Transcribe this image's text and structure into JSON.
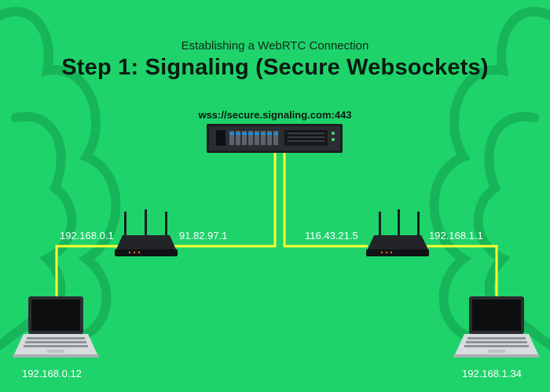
{
  "header": {
    "subtitle": "Establishing a WebRTC Connection",
    "title": "Step 1: Signaling (Secure Websockets)"
  },
  "server": {
    "url": "wss://secure.signaling.com:443"
  },
  "left": {
    "router_lan_ip": "192.168.0.1",
    "router_wan_ip": "91.82.97.1",
    "laptop_ip": "192.168.0.12"
  },
  "right": {
    "router_wan_ip": "116.43.21.5",
    "router_lan_ip": "192.168.1.1",
    "laptop_ip": "192.168.1.34"
  },
  "colors": {
    "background": "#1fd36b",
    "cloud_outline": "#17b55a",
    "link": "#ffff33",
    "device": "#1b1d20"
  }
}
